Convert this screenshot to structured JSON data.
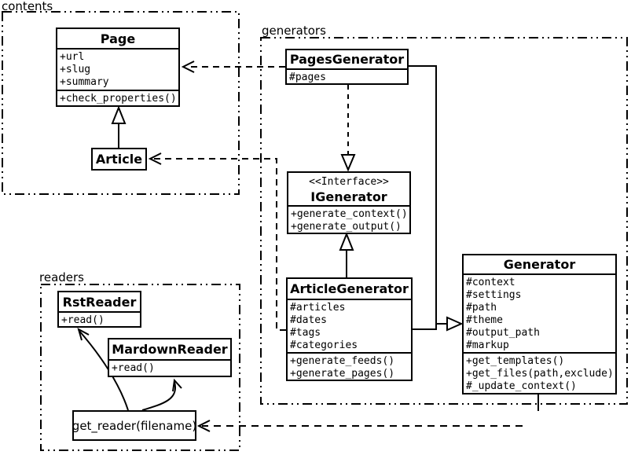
{
  "diagram_title": "UML class diagram",
  "colors": {
    "line": "#000000",
    "background": "#ffffff",
    "box_fill": "#ffffff"
  },
  "packages": {
    "contents": {
      "label": "contents"
    },
    "generators": {
      "label": "generators"
    },
    "readers": {
      "label": "readers"
    }
  },
  "classes": {
    "page": {
      "name": "Page",
      "attributes": [
        "+url",
        "+slug",
        "+summary"
      ],
      "methods": [
        "+check_properties()"
      ]
    },
    "article": {
      "name": "Article"
    },
    "pages_generator": {
      "name": "PagesGenerator",
      "attributes": [
        "#pages"
      ]
    },
    "igenerator": {
      "stereotype": "<<Interface>>",
      "name": "IGenerator",
      "methods": [
        "+generate_context()",
        "+generate_output()"
      ]
    },
    "article_generator": {
      "name": "ArticleGenerator",
      "attributes": [
        "#articles",
        "#dates",
        "#tags",
        "#categories"
      ],
      "methods": [
        "+generate_feeds()",
        "+generate_pages()"
      ]
    },
    "generator": {
      "name": "Generator",
      "attributes": [
        "#context",
        "#settings",
        "#path",
        "#theme",
        "#output_path",
        "#markup"
      ],
      "methods": [
        "+get_templates()",
        "+get_files(path,exclude)",
        "#_update_context()"
      ]
    },
    "rst_reader": {
      "name": "RstReader",
      "methods": [
        "+read()"
      ]
    },
    "mardown_reader": {
      "name": "MardownReader",
      "methods": [
        "+read()"
      ]
    },
    "get_reader": {
      "name": "get_reader(filename)"
    }
  },
  "relationships": [
    {
      "from": "Article",
      "to": "Page",
      "type": "inheritance"
    },
    {
      "from": "PagesGenerator",
      "to": "Page",
      "type": "dependency"
    },
    {
      "from": "ArticleGenerator",
      "to": "Article",
      "type": "dependency"
    },
    {
      "from": "PagesGenerator",
      "to": "IGenerator",
      "type": "realization"
    },
    {
      "from": "ArticleGenerator",
      "to": "IGenerator",
      "type": "inheritance"
    },
    {
      "from": "PagesGenerator",
      "to": "Generator",
      "type": "inheritance"
    },
    {
      "from": "ArticleGenerator",
      "to": "Generator",
      "type": "inheritance"
    },
    {
      "from": "Generator",
      "to": "get_reader(filename)",
      "type": "dependency"
    },
    {
      "from": "get_reader(filename)",
      "to": "RstReader",
      "type": "call"
    },
    {
      "from": "get_reader(filename)",
      "to": "MardownReader",
      "type": "call"
    }
  ]
}
